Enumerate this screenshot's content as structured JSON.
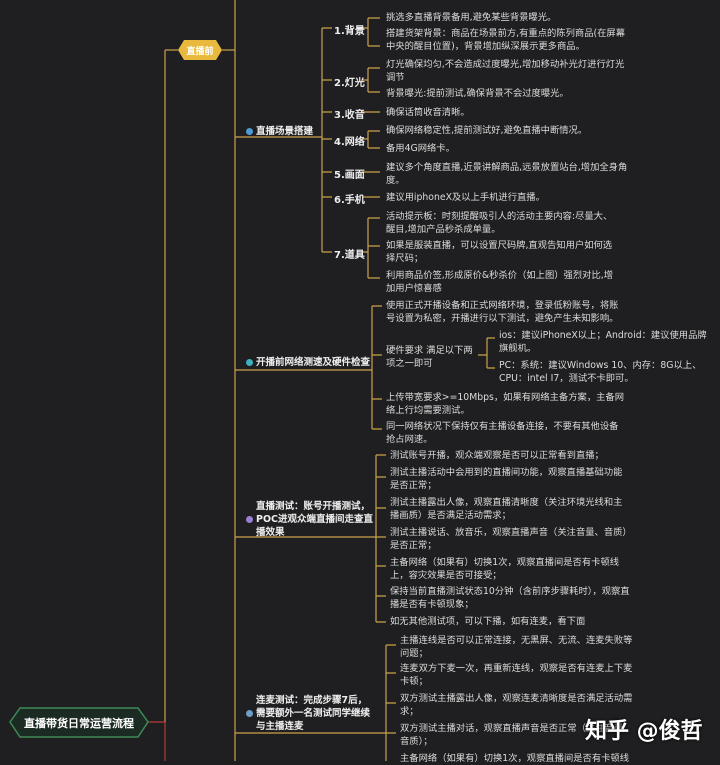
{
  "root": {
    "label": "直播带货日常运营流程"
  },
  "stage": {
    "label": "直播前"
  },
  "watermark": "知乎 @俊哲",
  "branches": [
    {
      "title": "直播场景搭建",
      "items": [
        {
          "label": "1.背景",
          "leaves": [
            "挑选多直播背景备用,避免某些背景曝光。",
            "搭建货架背景：商品在场景前方,有重点的陈列商品(在屏幕中央的醒目位置)，背景增加纵深展示更多商品。"
          ]
        },
        {
          "label": "2.灯光",
          "leaves": [
            "灯光确保均匀,不会造成过度曝光,增加移动补光灯进行灯光调节",
            "背景曝光:提前测试,确保背景不会过度曝光。"
          ]
        },
        {
          "label": "3.收音",
          "leaves": [
            "确保话筒收音清晰。"
          ]
        },
        {
          "label": "4.网络",
          "leaves": [
            "确保网络稳定性,提前测试好,避免直播中断情况。",
            "备用4G网络卡。"
          ]
        },
        {
          "label": "5.画面",
          "leaves": [
            "建议多个角度直播,近景讲解商品,远景放置站台,增加全身角度。"
          ]
        },
        {
          "label": "6.手机",
          "leaves": [
            "建议用iphoneX及以上手机进行直播。"
          ]
        },
        {
          "label": "7.道具",
          "leaves": [
            "活动提示板：时刻提醒吸引人的活动主要内容:尽量大、醒目,增加产品秒杀成单量。",
            "如果是服装直播，可以设置尺码牌,直观告知用户如何选择尺码；",
            "利用商品价签,形成原价&秒杀价（如上图）强烈对比,增加用户惊喜感"
          ]
        }
      ]
    },
    {
      "title": "开播前网络测速及硬件检查",
      "items": [
        "使用正式开播设备和正式网络环境，登录低粉账号，将账号设置为私密，开播进行以下测试，避免产生未知影响。",
        {
          "label": "硬件要求 满足以下两项之一即可",
          "leaves": [
            "ios：建议iPhoneX以上；Android：建议使用品牌旗舰机。",
            "PC：系统：建议Windows 10、内存：8G以上、CPU：intel I7，测试不卡即可。"
          ]
        },
        "上传带宽要求>=10Mbps，如果有网络主备方案，主备网络上行均需要测试。",
        "同一网络状况下保持仅有主播设备连接，不要有其他设备抢占网速。"
      ]
    },
    {
      "title": "直播测试：账号开播测试，POC进观众端直播间走查直播效果",
      "items": [
        "测试账号开播，观众端观察是否可以正常看到直播；",
        "测试主播活动中会用到的直播间功能，观察直播基础功能是否正常；",
        "测试主播露出人像，观察直播清晰度（关注环境光线和主播画质）是否满足活动需求；",
        "测试主播说话、放音乐，观察直播声音（关注音量、音质）是否正常；",
        "主备网络（如果有）切换1次，观察直播间是否有卡顿线上，容灾效果是否可接受；",
        "保持当前直播测试状态10分钟（含前序步骤耗时），观察直播是否有卡顿现象；",
        "如无其他测试项，可以下播，如有连麦，看下面"
      ]
    },
    {
      "title": "连麦测试：完成步骤7后，需要额外一名测试同学继续与主播连麦",
      "items": [
        "主播连线是否可以正常连接，无黑屏、无流、连麦失败等问题；",
        "连麦双方下麦一次，再重新连线，观察是否有连麦上下麦卡顿；",
        "双方测试主播露出人像，观察连麦清晰度是否满足活动需求；",
        "双方测试主播对话，观察直播声音是否正常（关注音量、音质）；",
        "主备网络（如果有）切换1次，观察直播间是否有卡顿线"
      ]
    }
  ],
  "colors": {
    "bg": "#1f1f21",
    "line": "#c9a24a",
    "stage": "#e8b93c",
    "root_border": "#3f8a55",
    "red_line": "#b63a3a"
  }
}
